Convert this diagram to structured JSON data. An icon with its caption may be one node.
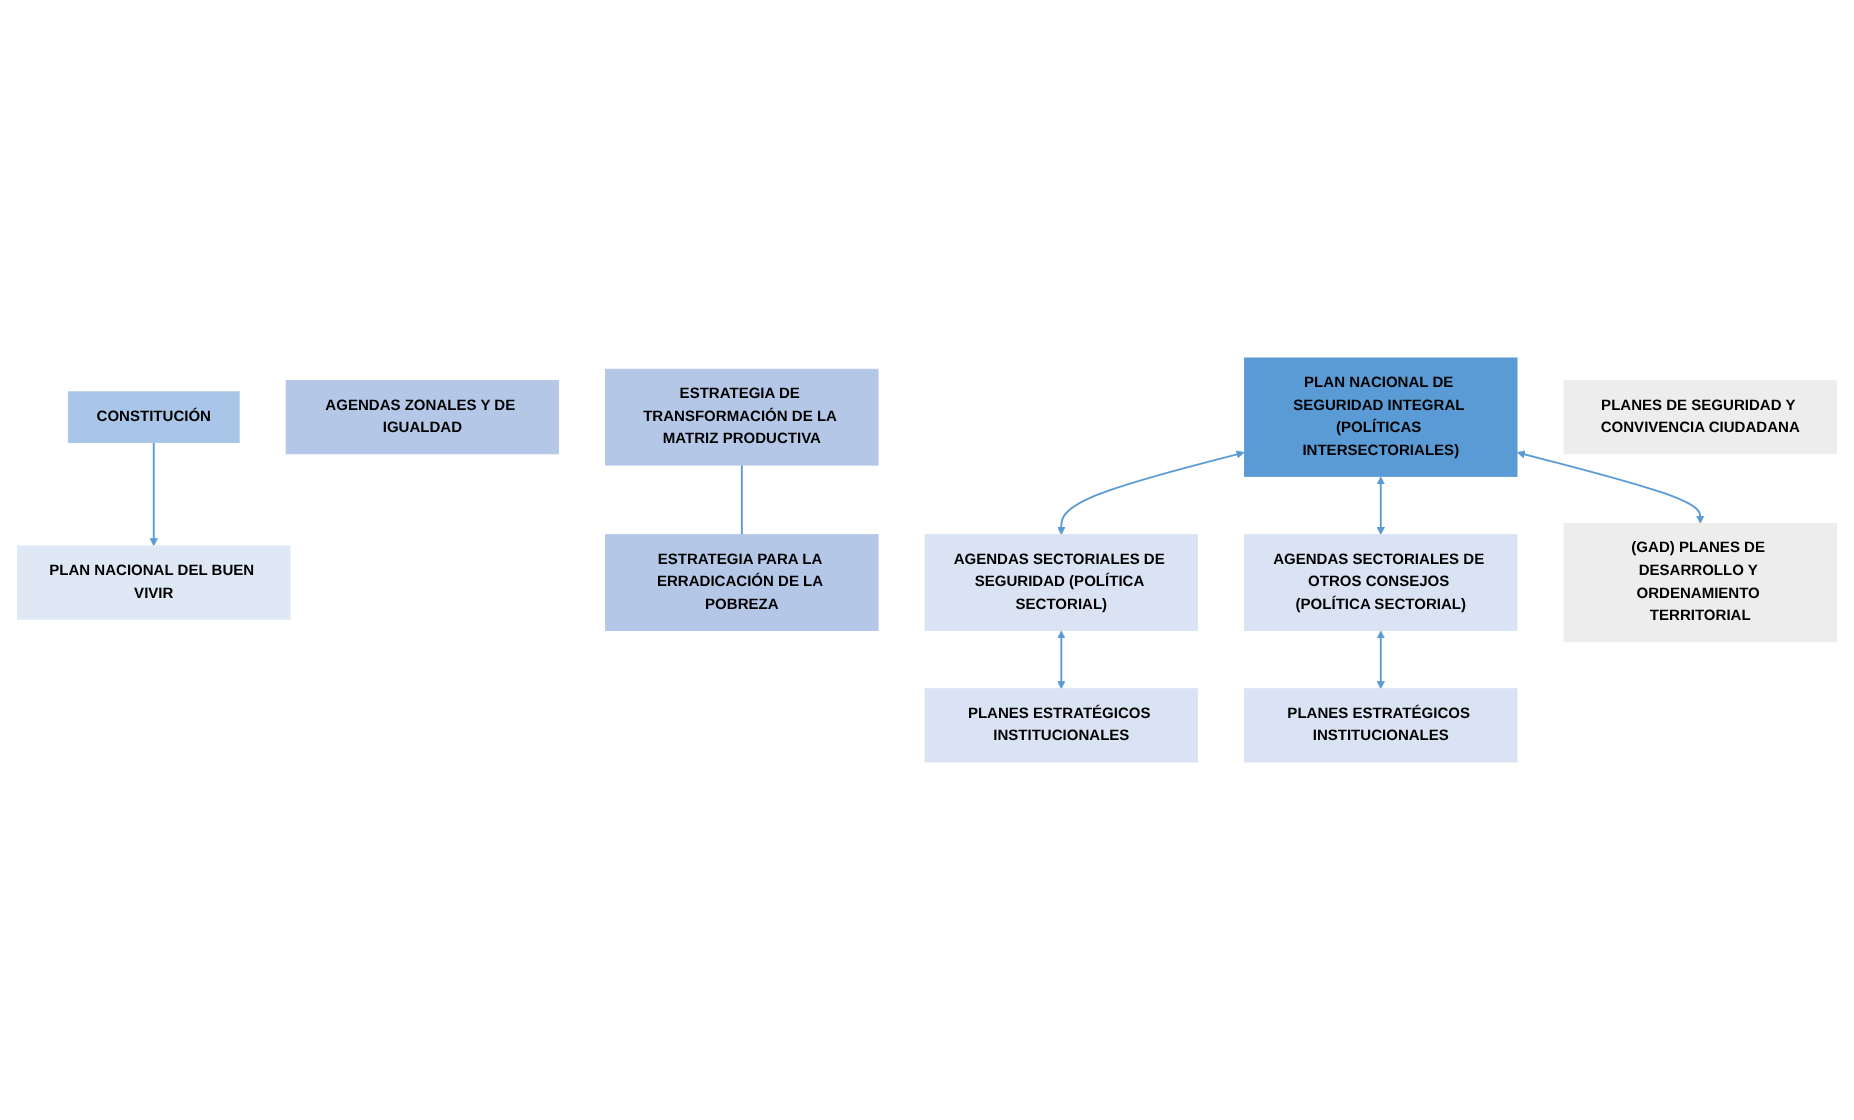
{
  "diagram": {
    "nodes": [
      {
        "text": [
          "CONSTITUCIÓN"
        ]
      },
      {
        "text": [
          "PLAN NACIONAL DEL BUEN VIVIR"
        ]
      },
      {
        "text": [
          "AGENDAS ZONALES Y DE IGUALDAD"
        ]
      },
      {
        "text": [
          "ESTRATEGIA DE TRANSFORMACIÓN DE LA MATRIZ PRODUCTIVA"
        ]
      },
      {
        "text": [
          "ESTRATEGIA PARA LA ERRADICACIÓN DE LA POBREZA"
        ]
      },
      {
        "text": [
          "PLAN NACIONAL DE SEGURIDAD INTEGRAL (POLÍTICAS INTERSECTORIALES)"
        ]
      },
      {
        "text": [
          "AGENDAS SECTORIALES DE SEGURIDAD (POLÍTICA SECTORIAL)"
        ]
      },
      {
        "text": [
          "AGENDAS SECTORIALES DE OTROS CONSEJOS (POLÍTICA SECTORIAL)"
        ]
      },
      {
        "text": [
          "PLANES ESTRATÉGICOS INSTITUCIONALES"
        ]
      },
      {
        "text": [
          "PLANES ESTRATÉGICOS INSTITUCIONALES"
        ]
      },
      {
        "text": [
          "(GAD) PLANES DE DESARROLLO Y ORDENAMIENTO TERRITORIAL"
        ]
      },
      {
        "text": [
          "PLANES DE SEGURIDAD Y CONVIVENCIA CIUDADANA"
        ]
      }
    ],
    "edges": [
      {
        "from": 0,
        "to": 1,
        "arrow": "to"
      },
      {
        "from": 3,
        "to": 4,
        "arrow": "none"
      },
      {
        "from": 5,
        "to": 6,
        "arrow": "both"
      },
      {
        "from": 5,
        "to": 7,
        "arrow": "both"
      },
      {
        "from": 6,
        "to": 8,
        "arrow": "both"
      },
      {
        "from": 7,
        "to": 9,
        "arrow": "both"
      },
      {
        "from": 5,
        "to": 10,
        "arrow": "both"
      }
    ]
  }
}
